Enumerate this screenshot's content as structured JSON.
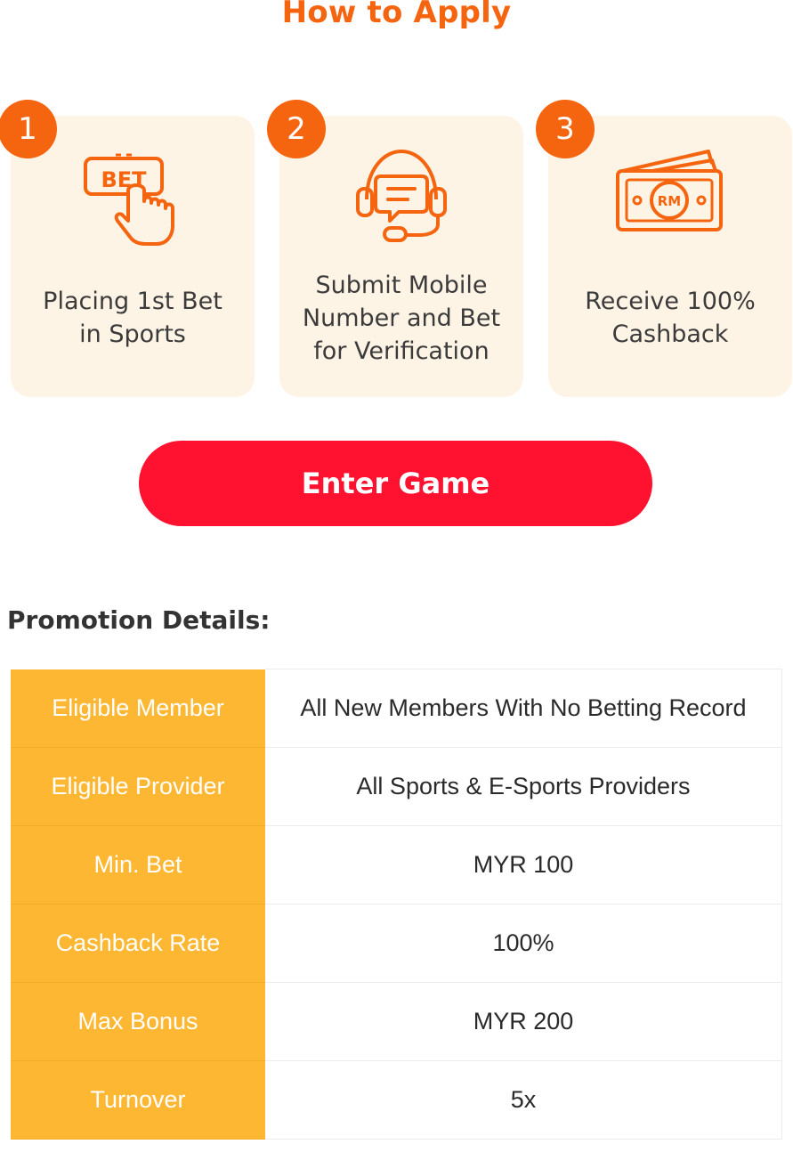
{
  "title": "How to Apply",
  "steps": [
    {
      "number": "1",
      "icon": "bet-tap-icon",
      "lines": [
        "Placing 1st Bet",
        "in Sports"
      ]
    },
    {
      "number": "2",
      "icon": "headset-chat-icon",
      "lines": [
        "Submit Mobile",
        "Number and Bet",
        "for Verification"
      ]
    },
    {
      "number": "3",
      "icon": "cash-stack-icon",
      "lines": [
        "Receive 100%",
        "Cashback"
      ]
    }
  ],
  "icon_text": {
    "bet": "BET",
    "rm": "RM"
  },
  "enter_button": "Enter Game",
  "details_title": "Promotion Details:",
  "details": [
    {
      "label": "Eligible Member",
      "value": "All New Members With No Betting Record"
    },
    {
      "label": "Eligible Provider",
      "value": "All Sports & E-Sports Providers"
    },
    {
      "label": "Min. Bet",
      "value": "MYR 100"
    },
    {
      "label": "Cashback Rate",
      "value": "100%"
    },
    {
      "label": "Max Bonus",
      "value": "MYR 200"
    },
    {
      "label": "Turnover",
      "value": "5x"
    }
  ],
  "colors": {
    "accent": "#f5640f",
    "button": "#ff1230",
    "card": "#fef4e6",
    "table_key": "#feb732"
  }
}
